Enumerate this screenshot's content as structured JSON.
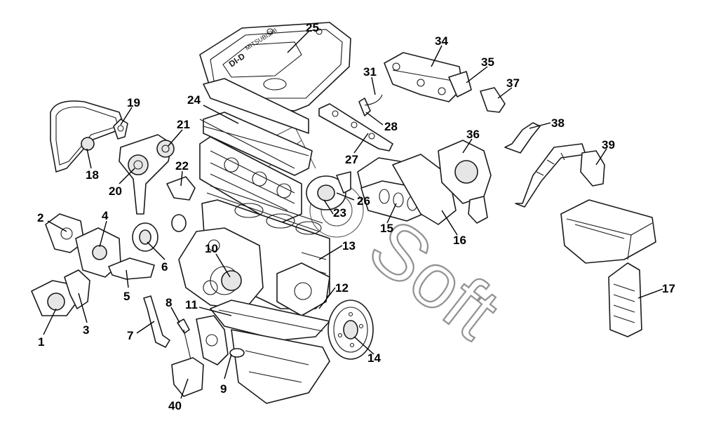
{
  "cover_text": {
    "model": "DI-D",
    "brand": "MITSUBISHI"
  },
  "watermark": {
    "word": "Soft"
  },
  "callouts": [
    {
      "id": "c1",
      "label": "1"
    },
    {
      "id": "c2",
      "label": "2"
    },
    {
      "id": "c3",
      "label": "3"
    },
    {
      "id": "c4",
      "label": "4"
    },
    {
      "id": "c5",
      "label": "5"
    },
    {
      "id": "c6",
      "label": "6"
    },
    {
      "id": "c7",
      "label": "7"
    },
    {
      "id": "c8",
      "label": "8"
    },
    {
      "id": "c9",
      "label": "9"
    },
    {
      "id": "c10",
      "label": "10"
    },
    {
      "id": "c11",
      "label": "11"
    },
    {
      "id": "c12",
      "label": "12"
    },
    {
      "id": "c13",
      "label": "13"
    },
    {
      "id": "c14",
      "label": "14"
    },
    {
      "id": "c15",
      "label": "15"
    },
    {
      "id": "c16",
      "label": "16"
    },
    {
      "id": "c17",
      "label": "17"
    },
    {
      "id": "c18",
      "label": "18"
    },
    {
      "id": "c19",
      "label": "19"
    },
    {
      "id": "c20",
      "label": "20"
    },
    {
      "id": "c21",
      "label": "21"
    },
    {
      "id": "c22",
      "label": "22"
    },
    {
      "id": "c23",
      "label": "23"
    },
    {
      "id": "c24",
      "label": "24"
    },
    {
      "id": "c25",
      "label": "25"
    },
    {
      "id": "c26",
      "label": "26"
    },
    {
      "id": "c27",
      "label": "27"
    },
    {
      "id": "c28",
      "label": "28"
    },
    {
      "id": "c31",
      "label": "31"
    },
    {
      "id": "c34",
      "label": "34"
    },
    {
      "id": "c35",
      "label": "35"
    },
    {
      "id": "c36",
      "label": "36"
    },
    {
      "id": "c37",
      "label": "37"
    },
    {
      "id": "c38",
      "label": "38"
    },
    {
      "id": "c39",
      "label": "39"
    },
    {
      "id": "c40",
      "label": "40"
    }
  ]
}
